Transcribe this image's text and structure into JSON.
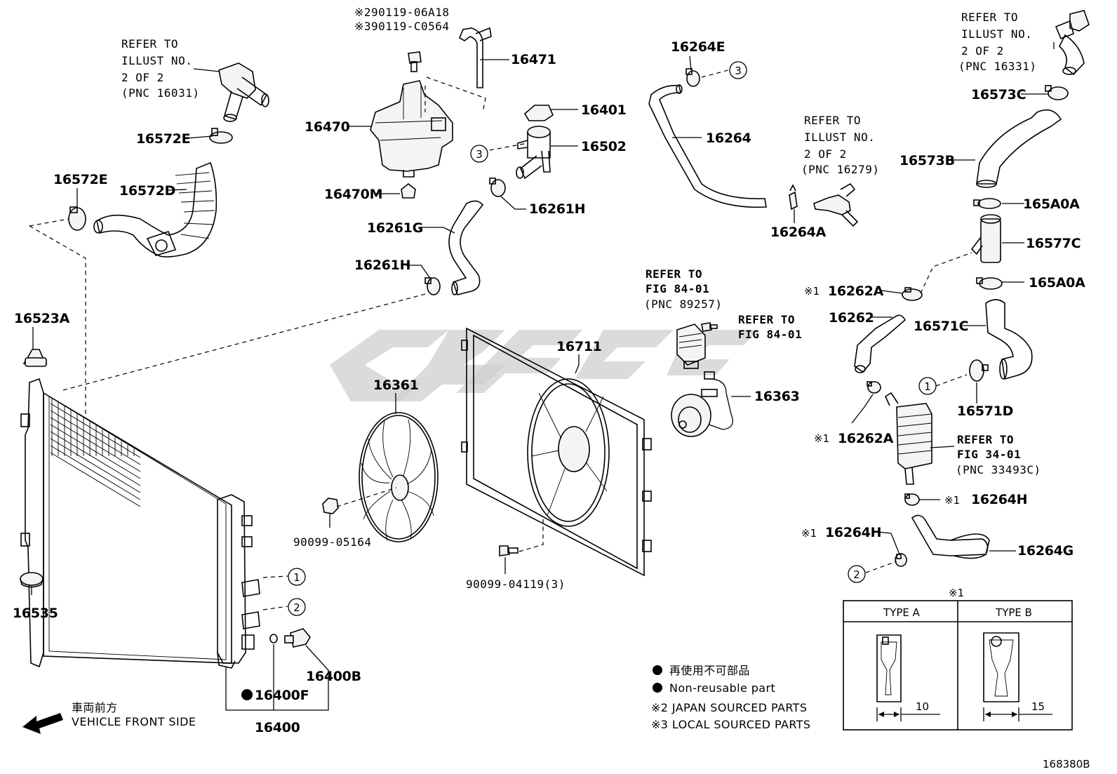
{
  "labels": {
    "p16471": "16471",
    "p16470": "16470",
    "p16470M": "16470M",
    "p16401": "16401",
    "p16502": "16502",
    "p16261H_a": "16261H",
    "p16261G": "16261G",
    "p16261H_b": "16261H",
    "p16572E_a": "16572E",
    "p16572E_b": "16572E",
    "p16572D": "16572D",
    "p16523A": "16523A",
    "p16535": "16535",
    "p16361": "16361",
    "p16711": "16711",
    "p16363": "16363",
    "p90099_05164": "90099-05164",
    "p90099_04119": "90099-04119(3)",
    "p16400B": "16400B",
    "p16400F": "16400F",
    "p16400": "16400",
    "p16264E": "16264E",
    "p16264": "16264",
    "p16264A": "16264A",
    "p16573C": "16573C",
    "p16573B": "16573B",
    "p165A0A_a": "165A0A",
    "p16577C": "16577C",
    "p165A0A_b": "165A0A",
    "p16262A_a": "16262A",
    "p16262": "16262",
    "p16571C": "16571C",
    "p16571D": "16571D",
    "p16262A_b": "16262A",
    "p16264H_a": "16264H",
    "p16264H_b": "16264H",
    "p16264G": "16264G",
    "mark1": "※1",
    "mark2": "※2",
    "mark3": "※3",
    "n290119": "※290119-06A18",
    "n390119": "※390119-C0564"
  },
  "refs": {
    "r16031": [
      "REFER TO",
      "ILLUST NO.",
      "2 OF 2",
      "(PNC 16031)"
    ],
    "r16279": [
      "REFER TO",
      "ILLUST NO.",
      "2 OF 2",
      "(PNC 16279)"
    ],
    "r16331": [
      "REFER TO",
      "ILLUST NO.",
      "2 OF 2",
      "(PNC 16331)"
    ],
    "r89257": [
      "REFER TO",
      "FIG 84-01",
      "(PNC 89257)"
    ],
    "r8401": [
      "REFER TO",
      "FIG 84-01"
    ],
    "r33493": [
      "REFER TO",
      "FIG 34-01",
      "(PNC 33493C)"
    ]
  },
  "circles": [
    "1",
    "2",
    "3"
  ],
  "inset": {
    "title": "※1",
    "type_a": "TYPE A",
    "type_b": "TYPE B",
    "dim_a": "10",
    "dim_b": "15"
  },
  "legend": {
    "nonreuse_jp": "再使用不可部品",
    "nonreuse_en": "Non-reusable part",
    "japan": "※2 JAPAN SOURCED PARTS",
    "local": "※3 LOCAL SOURCED PARTS"
  },
  "front": {
    "jp": "車両前方",
    "en": "VEHICLE FRONT SIDE"
  },
  "figure_id": "168380B",
  "watermark_color": "#cfcfcf"
}
